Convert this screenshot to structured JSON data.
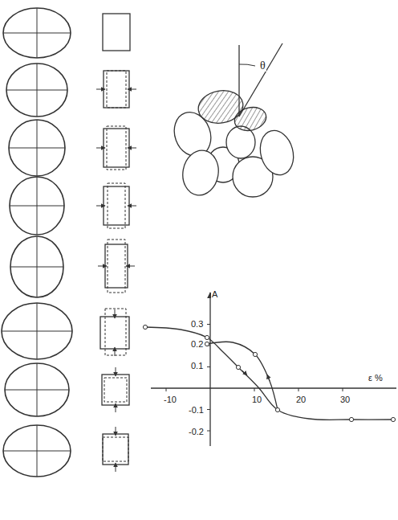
{
  "diagram": {
    "labels": [
      "θ",
      "A",
      "0.3",
      "0.2",
      "0.1",
      "-0.1",
      "-0.2",
      "ε %",
      "-10",
      "10",
      "20",
      "30"
    ]
  }
}
